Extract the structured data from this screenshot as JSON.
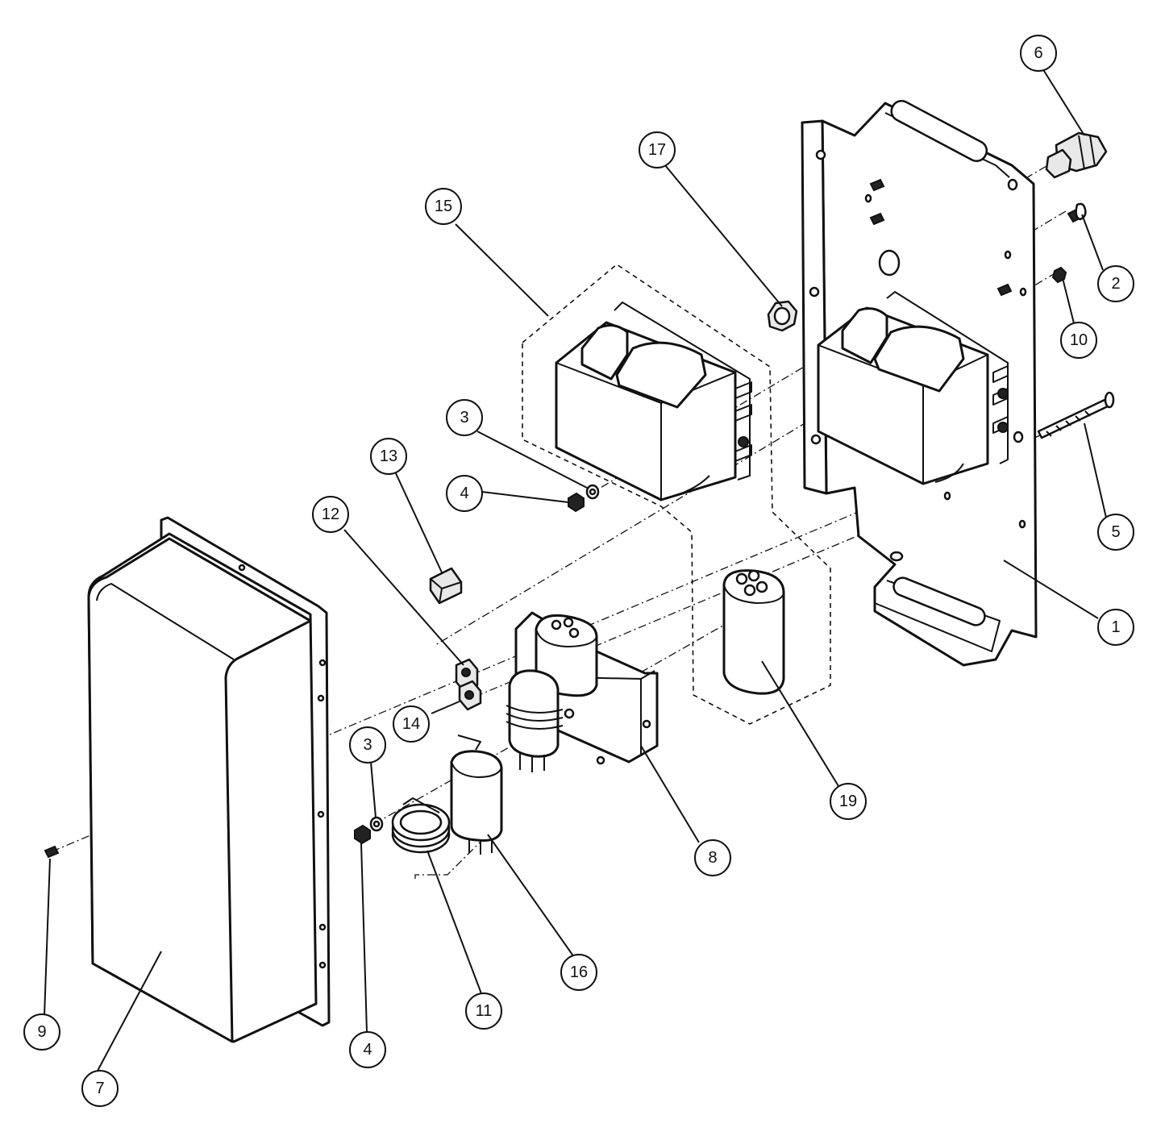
{
  "callouts": [
    {
      "id": "c1",
      "label": "1"
    },
    {
      "id": "c2",
      "label": "2"
    },
    {
      "id": "c3a",
      "label": "3"
    },
    {
      "id": "c3b",
      "label": "3"
    },
    {
      "id": "c4a",
      "label": "4"
    },
    {
      "id": "c4b",
      "label": "4"
    },
    {
      "id": "c5",
      "label": "5"
    },
    {
      "id": "c6",
      "label": "6"
    },
    {
      "id": "c7",
      "label": "7"
    },
    {
      "id": "c8",
      "label": "8"
    },
    {
      "id": "c9",
      "label": "9"
    },
    {
      "id": "c10",
      "label": "10"
    },
    {
      "id": "c11",
      "label": "11"
    },
    {
      "id": "c12",
      "label": "12"
    },
    {
      "id": "c13",
      "label": "13"
    },
    {
      "id": "c14",
      "label": "14"
    },
    {
      "id": "c15",
      "label": "15"
    },
    {
      "id": "c16",
      "label": "16"
    },
    {
      "id": "c17",
      "label": "17"
    },
    {
      "id": "c19",
      "label": "19"
    }
  ]
}
